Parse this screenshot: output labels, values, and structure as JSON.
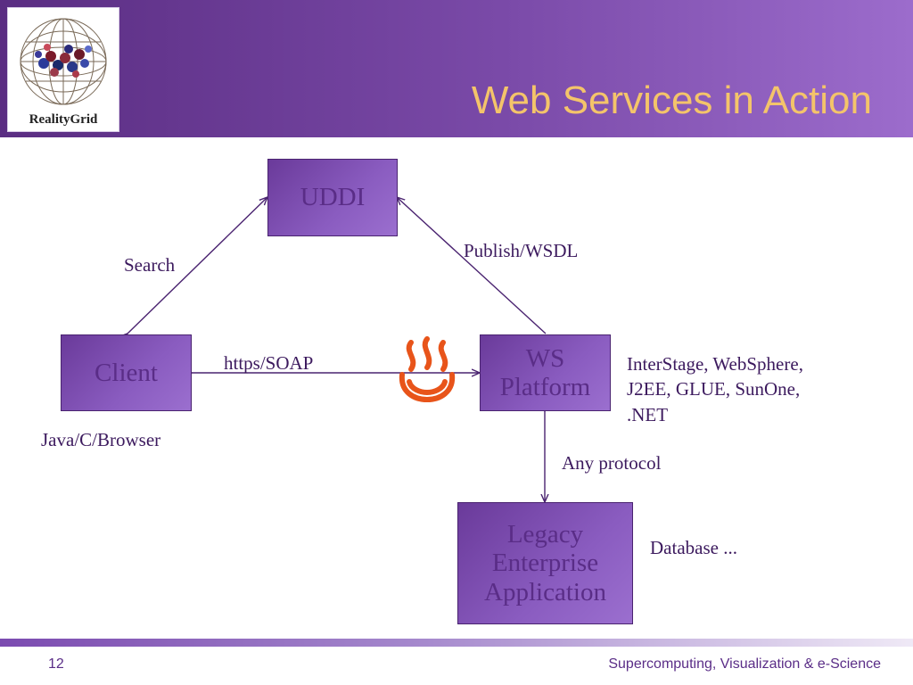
{
  "logo": {
    "text": "RealityGrid"
  },
  "title": "Web Services in Action",
  "nodes": {
    "uddi": "UDDI",
    "client": "Client",
    "ws_platform": [
      "WS",
      "Platform"
    ],
    "legacy": [
      "Legacy",
      "Enterprise",
      "Application"
    ]
  },
  "labels": {
    "search": "Search",
    "publish": "Publish/WSDL",
    "https_soap": "https/SOAP",
    "client_tech": "Java/C/Browser",
    "platforms": [
      "InterStage, WebSphere,",
      "J2EE, GLUE, SunOne,",
      ".NET"
    ],
    "any_protocol": "Any protocol",
    "database": "Database ..."
  },
  "icons": {
    "soap": "hot-springs-icon"
  },
  "colors": {
    "title": "#f4c46a",
    "node_text": "#5a2d87",
    "arrow": "#4a2370",
    "icon": "#e8541a"
  },
  "footer": {
    "page_number": "12",
    "text": "Supercomputing, Visualization & e-Science"
  }
}
